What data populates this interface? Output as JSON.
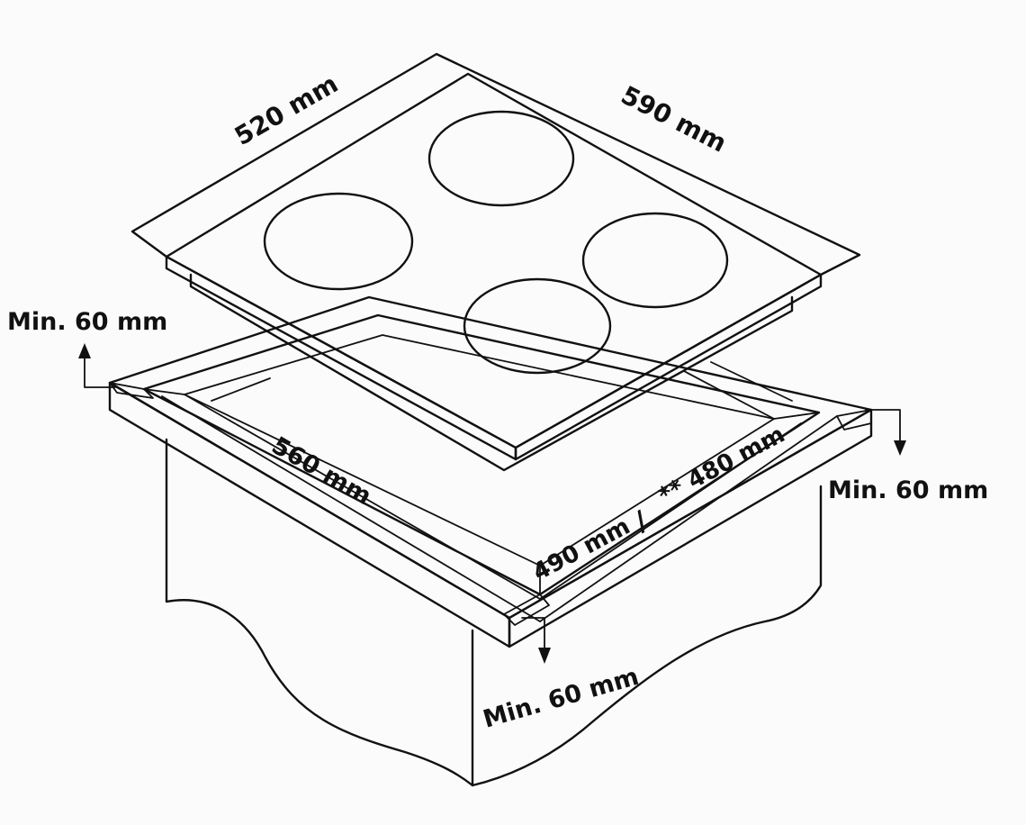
{
  "labels": {
    "top_left_width": "520 mm",
    "top_right_depth": "590 mm",
    "clearance_left": "Min. 60 mm",
    "clearance_right": "Min. 60 mm",
    "clearance_front": "Min. 60 mm",
    "cutout_width": "560 mm",
    "cutout_depth_a": "490 mm",
    "cutout_separator": "/",
    "cutout_depth_b": "** 480 mm"
  }
}
